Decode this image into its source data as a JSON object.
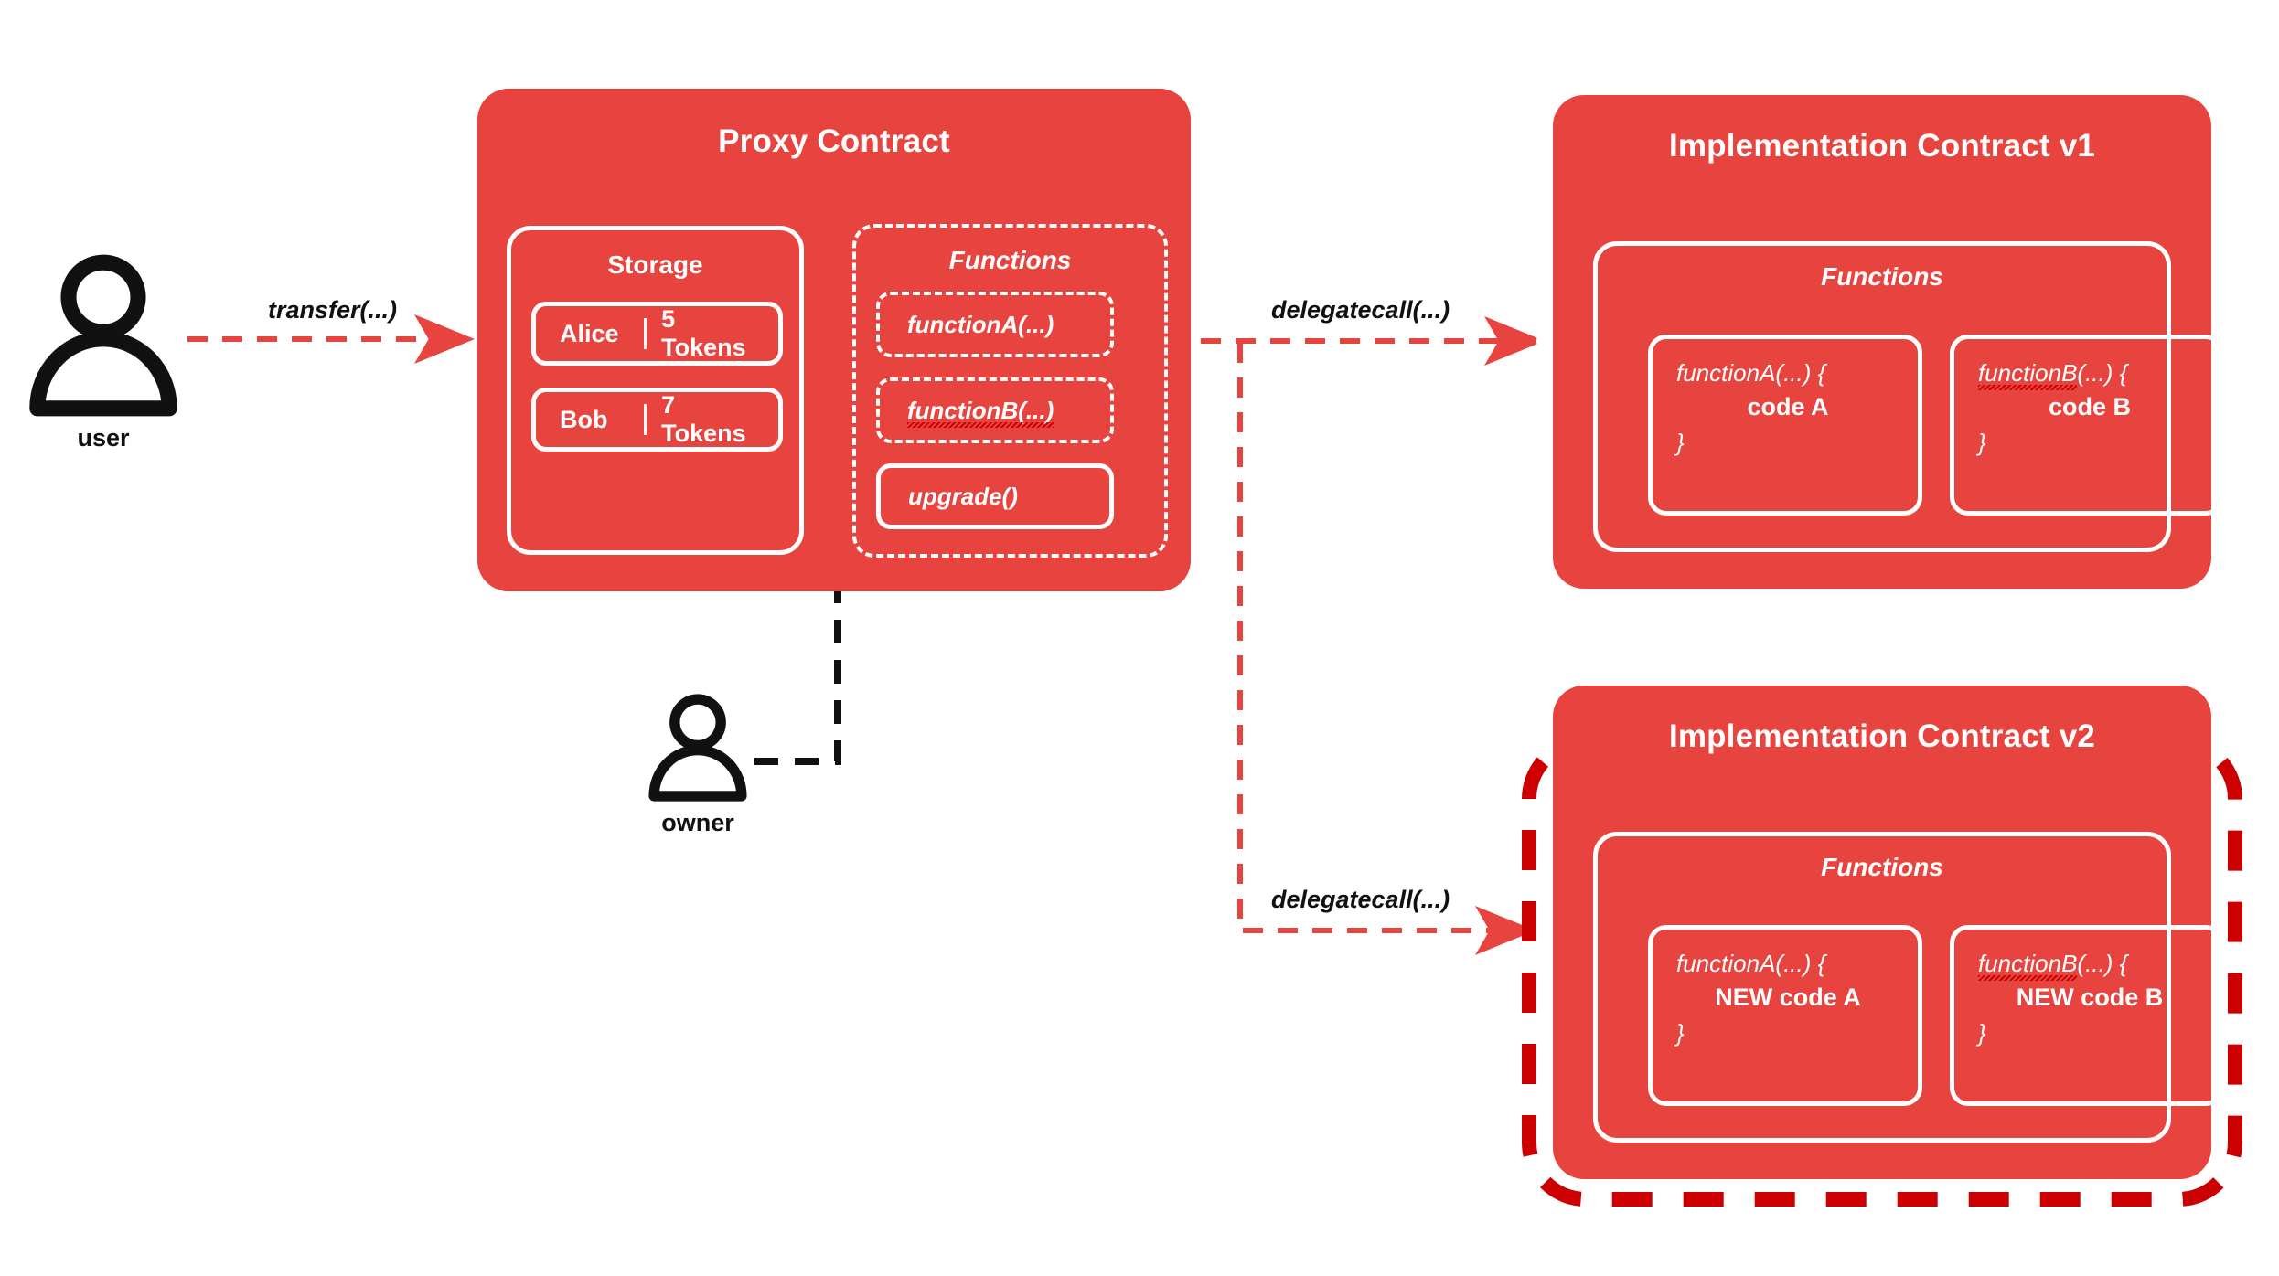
{
  "meta": {
    "diagram_title": "Upgradeable Proxy Contract Pattern",
    "background": "#FFFFFF"
  },
  "colors": {
    "card_fill": "#E8443F",
    "card_stroke": "#FFFFFF",
    "flow_red": "#E8443F",
    "highlight_red": "#CC0000",
    "actor_black": "#111111",
    "squiggle_red": "#CC0000"
  },
  "actors": [
    {
      "id": "user",
      "label": "user",
      "icon": "person-icon"
    },
    {
      "id": "owner",
      "label": "owner",
      "icon": "person-icon"
    }
  ],
  "edges": [
    {
      "id": "transfer",
      "label": "transfer(...)",
      "from": "user",
      "to": "proxy",
      "style": "dashed",
      "color": "#E8443F"
    },
    {
      "id": "delegatecall1",
      "label": "delegatecall(...)",
      "from": "proxy",
      "to": "impl-v1",
      "style": "dashed",
      "color": "#E8443F"
    },
    {
      "id": "delegatecall2",
      "label": "delegatecall(...)",
      "from": "proxy",
      "to": "impl-v2",
      "style": "dashed",
      "color": "#E8443F"
    },
    {
      "id": "upgrade",
      "label": "",
      "from": "owner",
      "to": "upgrade",
      "style": "dashed",
      "color": "#111111"
    }
  ],
  "proxy": {
    "title": "Proxy Contract",
    "storage": {
      "title": "Storage",
      "rows": [
        {
          "key": "Alice",
          "value": "5 Tokens"
        },
        {
          "key": "Bob",
          "value": "7 Tokens"
        }
      ]
    },
    "functions": {
      "title": "Functions",
      "items": [
        {
          "label": "functionA(...)",
          "style": "dashed",
          "squiggle": false
        },
        {
          "label": "functionB(...)",
          "style": "dashed",
          "squiggle": true
        },
        {
          "label": "upgrade()",
          "style": "solid",
          "squiggle": false
        }
      ]
    }
  },
  "implementations": [
    {
      "id": "impl-v1",
      "title": "Implementation Contract v1",
      "highlighted": false,
      "functions": {
        "title": "Functions",
        "items": [
          {
            "sig": "functionA(...) {",
            "name": "functionA",
            "body": "code A",
            "close": "}",
            "squiggle": false
          },
          {
            "sig": "functionB(...) {",
            "name": "functionB",
            "body": "code B",
            "close": "}",
            "squiggle": true
          }
        ]
      }
    },
    {
      "id": "impl-v2",
      "title": "Implementation Contract v2",
      "highlighted": true,
      "functions": {
        "title": "Functions",
        "items": [
          {
            "sig": "functionA(...) {",
            "name": "functionA",
            "body": "NEW code A",
            "close": "}",
            "squiggle": false
          },
          {
            "sig": "functionB(...) {",
            "name": "functionB",
            "body": "NEW code B",
            "close": "}",
            "squiggle": true
          }
        ]
      }
    }
  ]
}
